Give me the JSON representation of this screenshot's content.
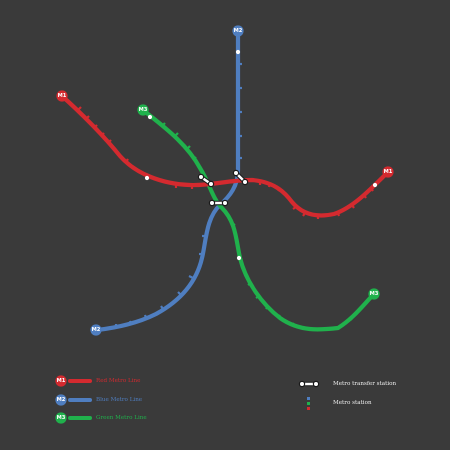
{
  "lines": [
    {
      "id": "red",
      "badge": "M1",
      "legend_label": "Red Metro Line",
      "color": "#d42a2f"
    },
    {
      "id": "blue",
      "badge": "M2",
      "legend_label": "Blue Metro Line",
      "color": "#4f7ec0"
    },
    {
      "id": "green",
      "badge": "M3",
      "legend_label": "Green Metro Line",
      "color": "#20b14c"
    }
  ],
  "legend": {
    "transfer_station_label": "Metro transfer station",
    "station_label": "Metro station"
  },
  "colors": {
    "background": "#3a3a3a",
    "station_white": "#ffffff",
    "transfer_stroke": "#1a1a1a"
  }
}
